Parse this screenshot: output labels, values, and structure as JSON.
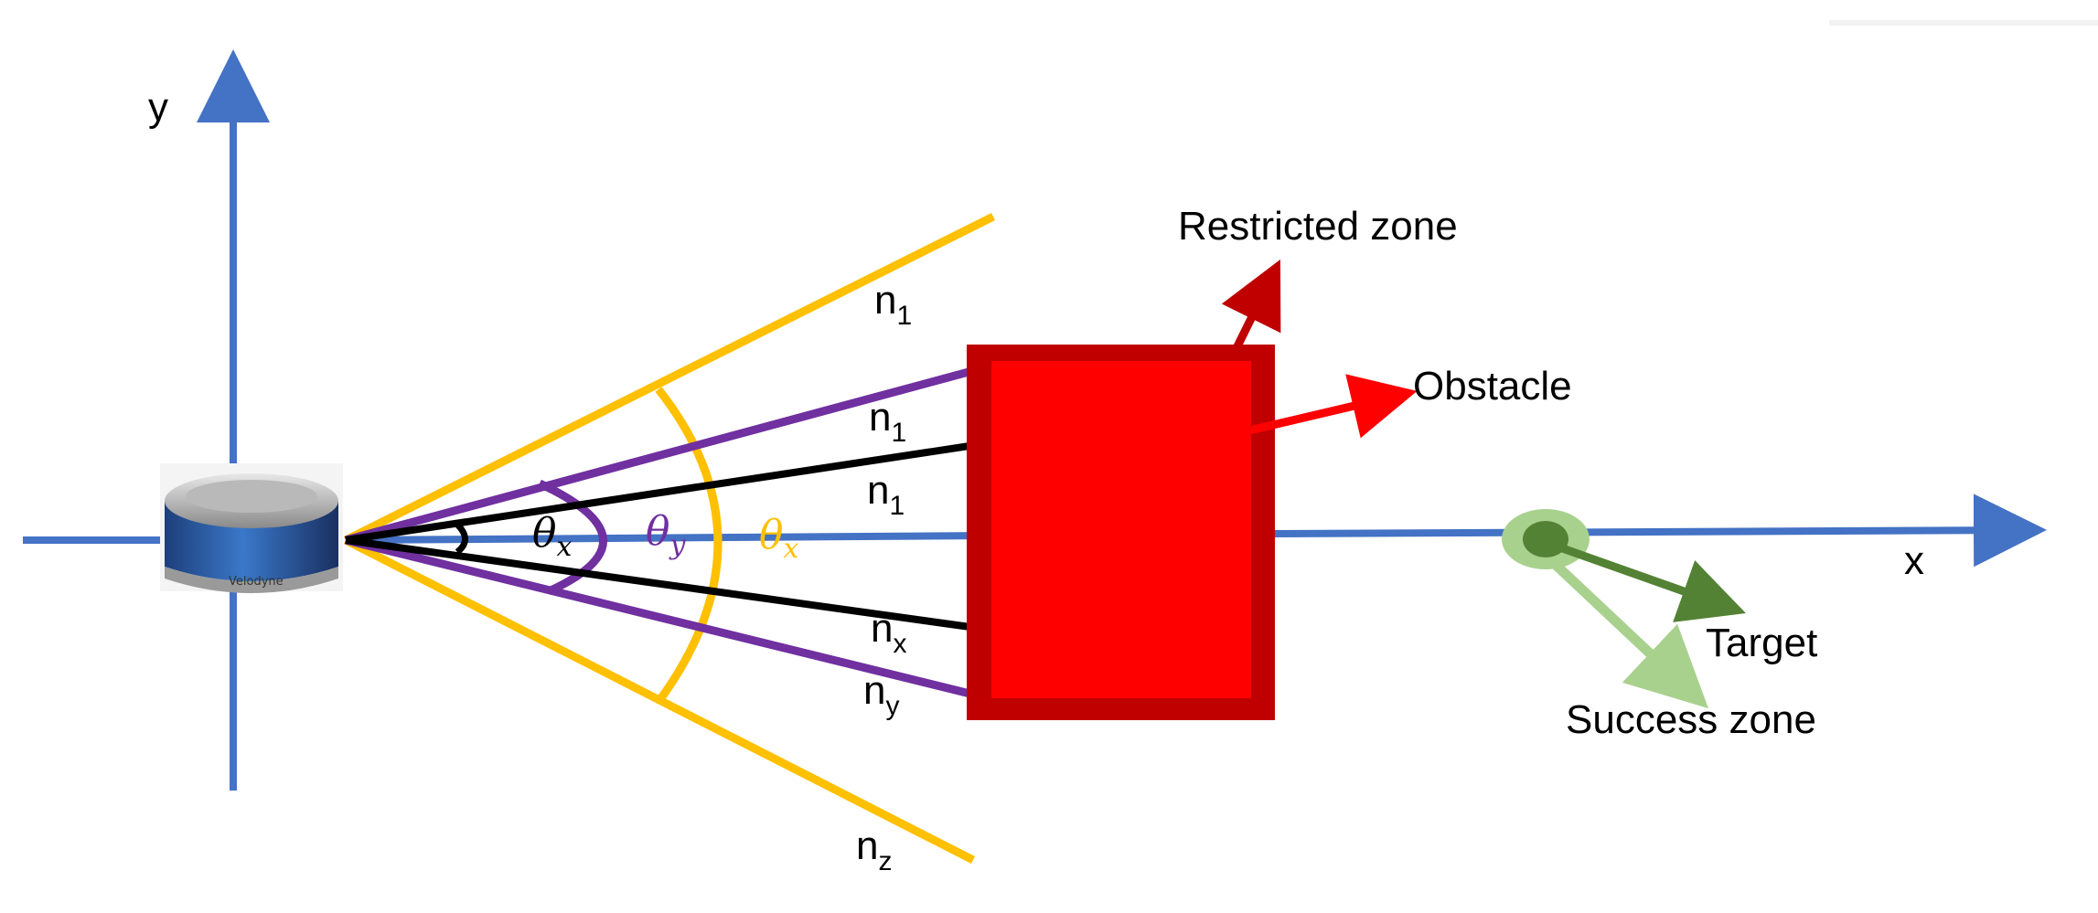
{
  "axes": {
    "x_label": "x",
    "y_label": "y"
  },
  "sensor": {
    "brand_text": "Velodyne",
    "icon": "lidar-sensor-icon"
  },
  "fov": {
    "outer_line_top": {
      "base": "n",
      "sub": "1"
    },
    "outer_line_bottom": {
      "base": "n",
      "sub": "z"
    },
    "mid_line_top": {
      "base": "n",
      "sub": "1"
    },
    "mid_line_bottom": {
      "base": "n",
      "sub": "y"
    },
    "inner_line_top": {
      "base": "n",
      "sub": "1"
    },
    "inner_line_bottom": {
      "base": "n",
      "sub": "x"
    },
    "angle_inner": {
      "base": "θ",
      "sub": "x"
    },
    "angle_mid": {
      "base": "θ",
      "sub": "y"
    },
    "angle_outer": {
      "base": "θ",
      "sub": "x"
    }
  },
  "annotations": {
    "restricted_zone": "Restricted zone",
    "obstacle": "Obstacle",
    "target": "Target",
    "success_zone": "Success zone"
  },
  "colors": {
    "axis": "#4472C4",
    "outer_fov": "#FFC000",
    "mid_fov": "#7030A0",
    "inner_fov": "#000000",
    "obstacle": "#FF0000",
    "restricted_zone": "#C00000",
    "target": "#548235",
    "success_zone": "#A9D18E"
  }
}
